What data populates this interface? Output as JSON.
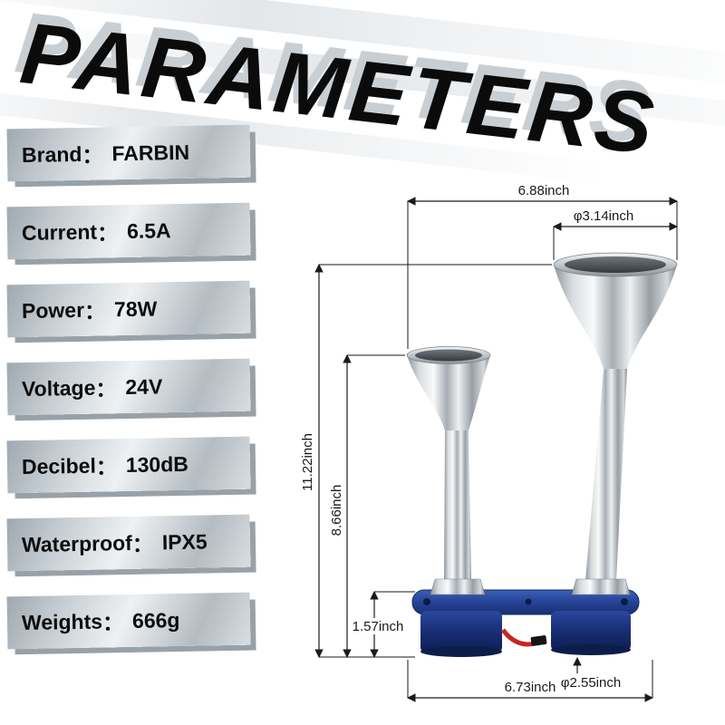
{
  "title": "PARAMETERS",
  "colon": "：",
  "specs": [
    {
      "label": "Brand",
      "value": "FARBIN"
    },
    {
      "label": "Current",
      "value": "6.5A"
    },
    {
      "label": "Power",
      "value": "78W"
    },
    {
      "label": "Voltage",
      "value": "24V"
    },
    {
      "label": "Decibel",
      "value": "130dB"
    },
    {
      "label": "Waterproof",
      "value": "IPX5"
    },
    {
      "label": "Weights",
      "value": "666g"
    }
  ],
  "diagram": {
    "dim_top_width": "6.88inch",
    "dim_trumpet_diameter": "φ3.14inch",
    "dim_total_height": "11.22inch",
    "dim_small_horn_height": "8.66inch",
    "dim_base_height": "1.57inch",
    "dim_base_drum_diameter": "φ2.55inch",
    "dim_bottom_width": "6.73inch"
  },
  "colors": {
    "horn_base_blue": "#24418f",
    "chrome_light": "#f2f4f5",
    "dimension_line": "#1a1a1a",
    "title_shadow": "#c9ced3"
  }
}
